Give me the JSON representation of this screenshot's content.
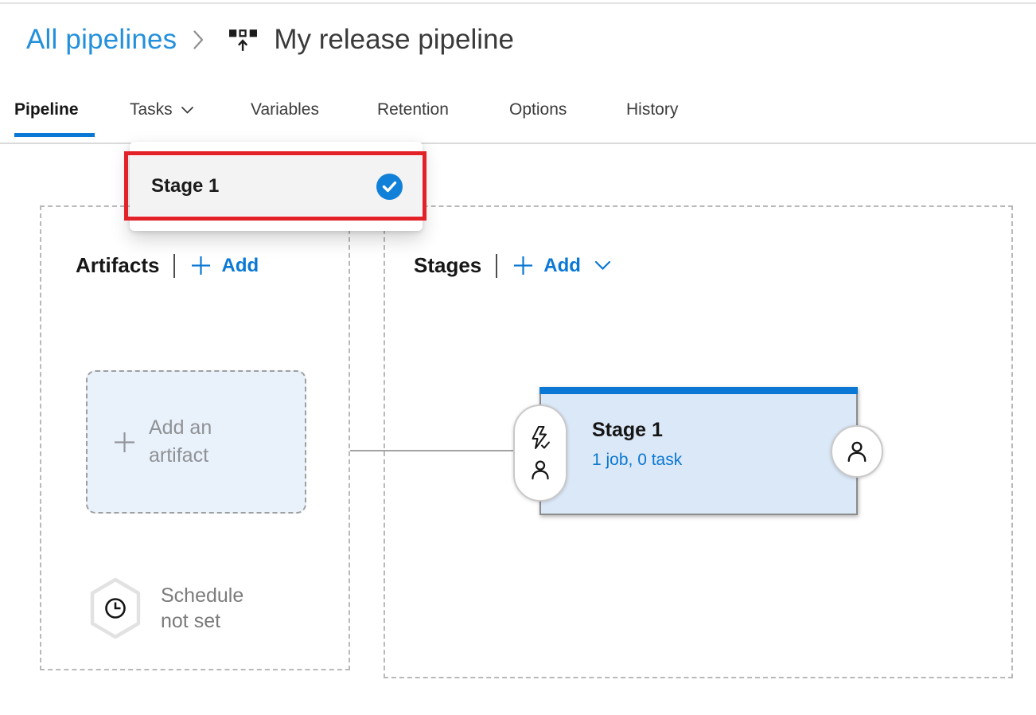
{
  "breadcrumb": {
    "parent": "All pipelines",
    "current": "My release pipeline"
  },
  "tabs": [
    {
      "label": "Pipeline",
      "active": true
    },
    {
      "label": "Tasks",
      "has_menu": true
    },
    {
      "label": "Variables"
    },
    {
      "label": "Retention"
    },
    {
      "label": "Options"
    },
    {
      "label": "History"
    }
  ],
  "tasks_menu": {
    "items": [
      {
        "label": "Stage 1",
        "selected": true
      }
    ]
  },
  "annotation": {
    "type": "red-highlight-box",
    "color": "#e32128"
  },
  "artifacts_panel": {
    "title": "Artifacts",
    "add_button": "Add",
    "placeholder": "Add an artifact",
    "schedule_status": "Schedule not set"
  },
  "stages_panel": {
    "title": "Stages",
    "add_button": "Add",
    "stage_card": {
      "name": "Stage 1",
      "summary": "1 job, 0 task"
    }
  },
  "colors": {
    "accent_blue": "#0a78d4",
    "breadcrumb_link_blue": "#2390dc",
    "annotation_red": "#e32128",
    "stage_card_background": "#dbe8f7",
    "stage_card_top_border": "#0a78d4",
    "selected_check_blue": "#1180d8"
  }
}
